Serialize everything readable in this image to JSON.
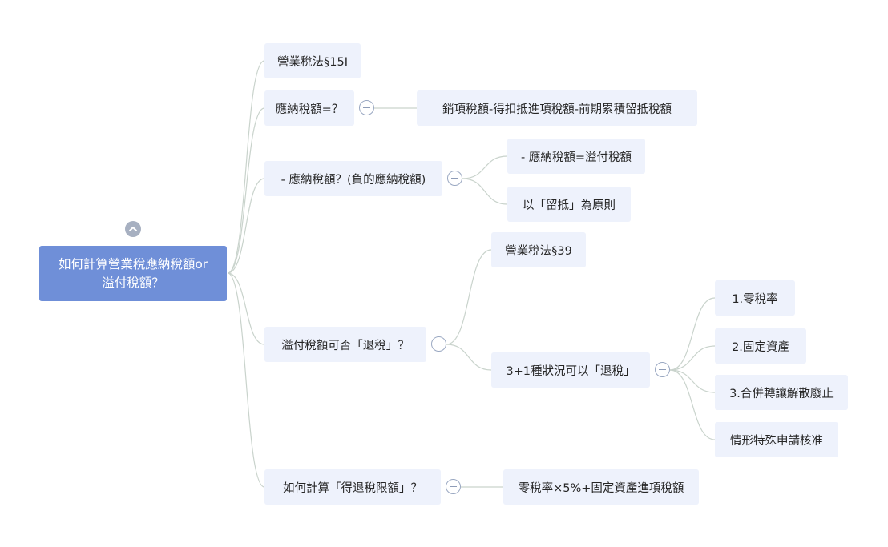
{
  "mindmap": {
    "root": {
      "line1": "如何計算營業稅應納稅額or",
      "line2": "溢付稅額？"
    },
    "branches": [
      {
        "label": "營業稅法§15I"
      },
      {
        "label": "應納稅額=？",
        "children": [
          {
            "label": "銷項稅額-得扣抵進項稅額-前期累積留抵稅額"
          }
        ]
      },
      {
        "label": "- 應納稅額？(負的應納稅額)",
        "children": [
          {
            "label": "- 應納稅額=溢付稅額"
          },
          {
            "label": "以「留抵」為原則"
          }
        ]
      },
      {
        "label": "溢付稅額可否「退稅」？",
        "children": [
          {
            "label": "營業稅法§39"
          },
          {
            "label": "3+1種狀況可以「退稅」",
            "children": [
              {
                "label": "1.零稅率"
              },
              {
                "label": "2.固定資產"
              },
              {
                "label": "3.合併轉讓解散廢止"
              },
              {
                "label": "情形特殊申請核准"
              }
            ]
          }
        ]
      },
      {
        "label": "如何計算「得退稅限額」？",
        "children": [
          {
            "label": "零稅率×5%+固定資產進項稅額"
          }
        ]
      }
    ]
  },
  "colors": {
    "root_bg": "#6f8fd8",
    "node_bg": "#eef2fc",
    "line": "#c9d3cc",
    "toggle_border": "#9aa8c2"
  }
}
